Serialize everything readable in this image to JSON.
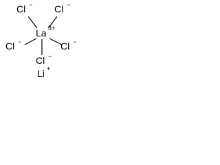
{
  "molecule": {
    "center": {
      "element": "La",
      "charge": "3+"
    },
    "ligands": [
      {
        "element": "Cl",
        "charge": "−"
      },
      {
        "element": "Cl",
        "charge": "−"
      },
      {
        "element": "Cl",
        "charge": "−"
      },
      {
        "element": "Cl",
        "charge": "−"
      },
      {
        "element": "Cl",
        "charge": "−"
      }
    ],
    "counterion": {
      "element": "Li",
      "charge": "+"
    }
  }
}
